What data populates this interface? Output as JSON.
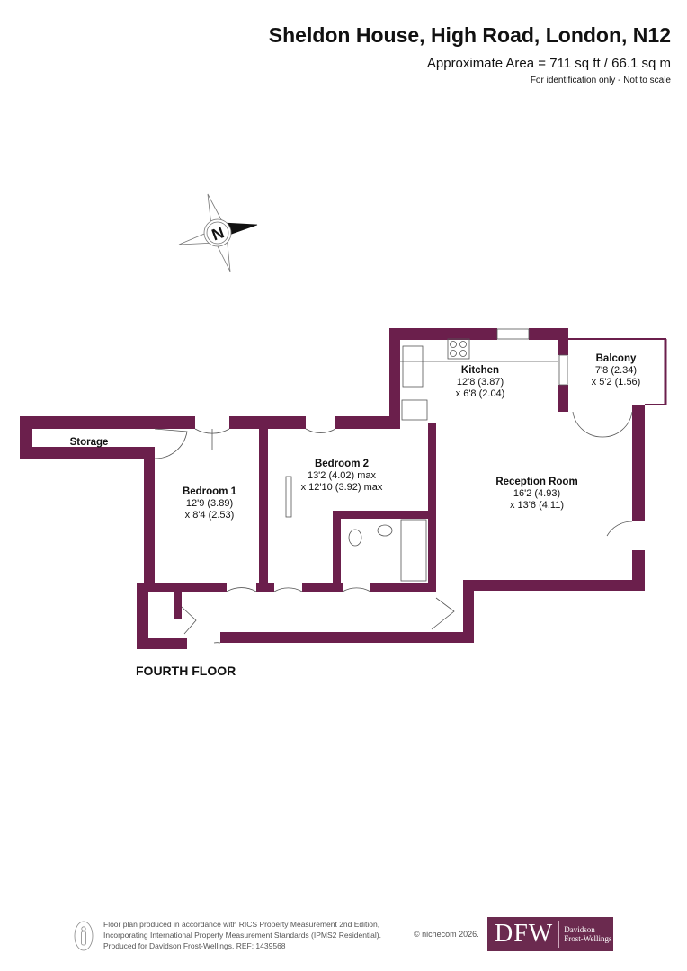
{
  "header": {
    "title": "Sheldon House, High Road, London, N12",
    "area": "Approximate Area = 711 sq ft / 66.1 sq m",
    "disclaimer": "For identification only - Not to scale"
  },
  "compass": {
    "icon": "north-arrow-icon",
    "letter": "N"
  },
  "colors": {
    "wall": "#6b1f4c",
    "logo_bg": "#6b2a4f"
  },
  "rooms": [
    {
      "name": "Storage",
      "dim1": "",
      "dim2": ""
    },
    {
      "name": "Bedroom 1",
      "dim1": "12'9 (3.89)",
      "dim2": "x 8'4 (2.53)"
    },
    {
      "name": "Bedroom 2",
      "dim1": "13'2 (4.02) max",
      "dim2": "x 12'10 (3.92) max"
    },
    {
      "name": "Kitchen",
      "dim1": "12'8 (3.87)",
      "dim2": "x 6'8 (2.04)"
    },
    {
      "name": "Balcony",
      "dim1": "7'8 (2.34)",
      "dim2": "x 5'2 (1.56)"
    },
    {
      "name": "Reception Room",
      "dim1": "16'2 (4.93)",
      "dim2": "x 13'6 (4.11)"
    }
  ],
  "floor_label": "FOURTH FLOOR",
  "footer": {
    "line1": "Floor plan produced in accordance with RICS Property Measurement 2nd Edition,",
    "line2": "Incorporating International Property Measurement Standards (IPMS2 Residential).",
    "line3": "Produced for Davidson Frost-Wellings.   REF: 1439568",
    "copyright": "© nichecom 2026.",
    "logo_mark": "DFW",
    "logo_name1": "Davidson",
    "logo_name2": "Frost-Wellings"
  }
}
